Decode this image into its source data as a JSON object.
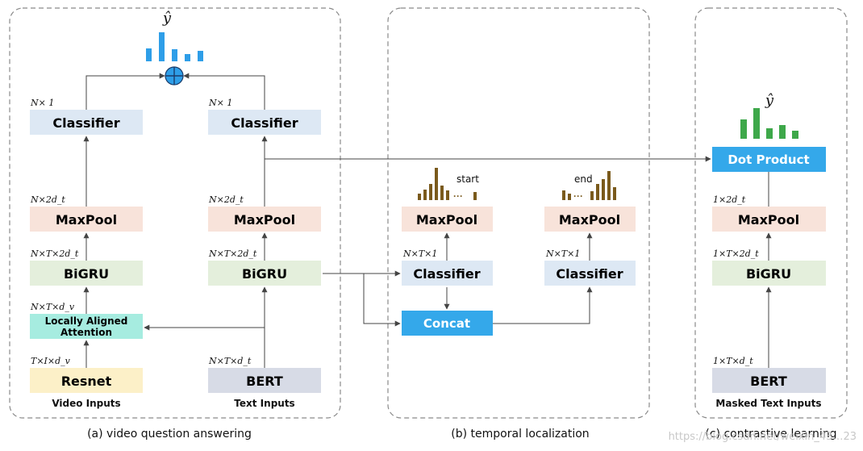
{
  "panels": {
    "a": "(a) video question answering",
    "b": "(b) temporal localization",
    "c": "(c) contrastive learning"
  },
  "yhat": "ŷ",
  "panel_a": {
    "video": {
      "classifier": "Classifier",
      "classifier_dim": "N× 1",
      "maxpool": "MaxPool",
      "maxpool_dim": "N×2d_t",
      "bigru": "BiGRU",
      "bigru_dim": "N×T×2d_t",
      "attention_line1": "Locally Aligned",
      "attention_line2": "Attention",
      "attention_dim": "N×T×d_v",
      "resnet": "Resnet",
      "resnet_dim": "T×I×d_v",
      "inputs": "Video Inputs"
    },
    "text": {
      "classifier": "Classifier",
      "classifier_dim": "N× 1",
      "maxpool": "MaxPool",
      "maxpool_dim": "N×2d_t",
      "bigru": "BiGRU",
      "bigru_dim": "N×T×2d_t",
      "bert": "BERT",
      "bert_dim": "N×T×d_t",
      "inputs": "Text Inputs"
    }
  },
  "panel_b": {
    "start_label": "start",
    "end_label": "end",
    "maxpool_left": "MaxPool",
    "maxpool_right": "MaxPool",
    "classifier_left": "Classifier",
    "classifier_left_dim": "N×T×1",
    "classifier_right": "Classifier",
    "classifier_right_dim": "N×T×1",
    "concat": "Concat"
  },
  "panel_c": {
    "dot_product": "Dot Product",
    "maxpool": "MaxPool",
    "maxpool_dim": "1×2d_t",
    "bigru": "BiGRU",
    "bigru_dim": "1×T×2d_t",
    "bert": "BERT",
    "bert_dim": "1×T×d_t",
    "inputs": "Masked Text Inputs"
  },
  "watermark": "https://blog.csdn.net/weixin_43…23",
  "colors": {
    "classifier": "#dde8f4",
    "maxpool": "#f8e3da",
    "bigru": "#e4efdc",
    "attention": "#a6ece0",
    "resnet": "#fcf0c8",
    "bert": "#d7dbe6",
    "blue_box": "#34a8ea",
    "bar_blue": "#2e9ee8",
    "bar_green": "#3ea84a",
    "bar_brown": "#7a5a1c",
    "panel_border": "#8a8a8a",
    "arrow": "#444444"
  }
}
